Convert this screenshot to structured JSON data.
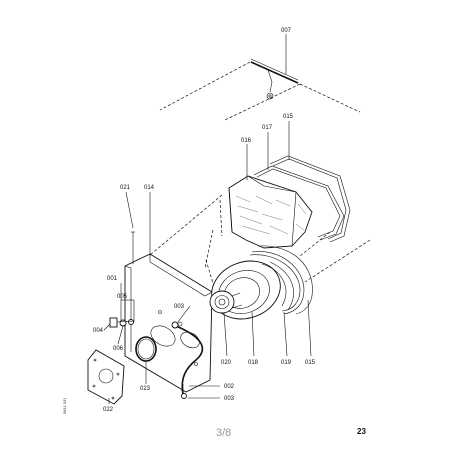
{
  "labels": {
    "p001": "001",
    "p002": "002",
    "p003a": "003",
    "p003b": "003",
    "p004": "004",
    "p005": "005",
    "p006": "006",
    "p007": "007",
    "p014": "014",
    "p015a": "015",
    "p015b": "015",
    "p016": "016",
    "p017": "017",
    "p018": "018",
    "p019": "019",
    "p020": "020",
    "p021": "021",
    "p022": "022",
    "p023": "023"
  },
  "figure_code": "0811 031",
  "page_indicator": "3/8",
  "page_number": "23"
}
